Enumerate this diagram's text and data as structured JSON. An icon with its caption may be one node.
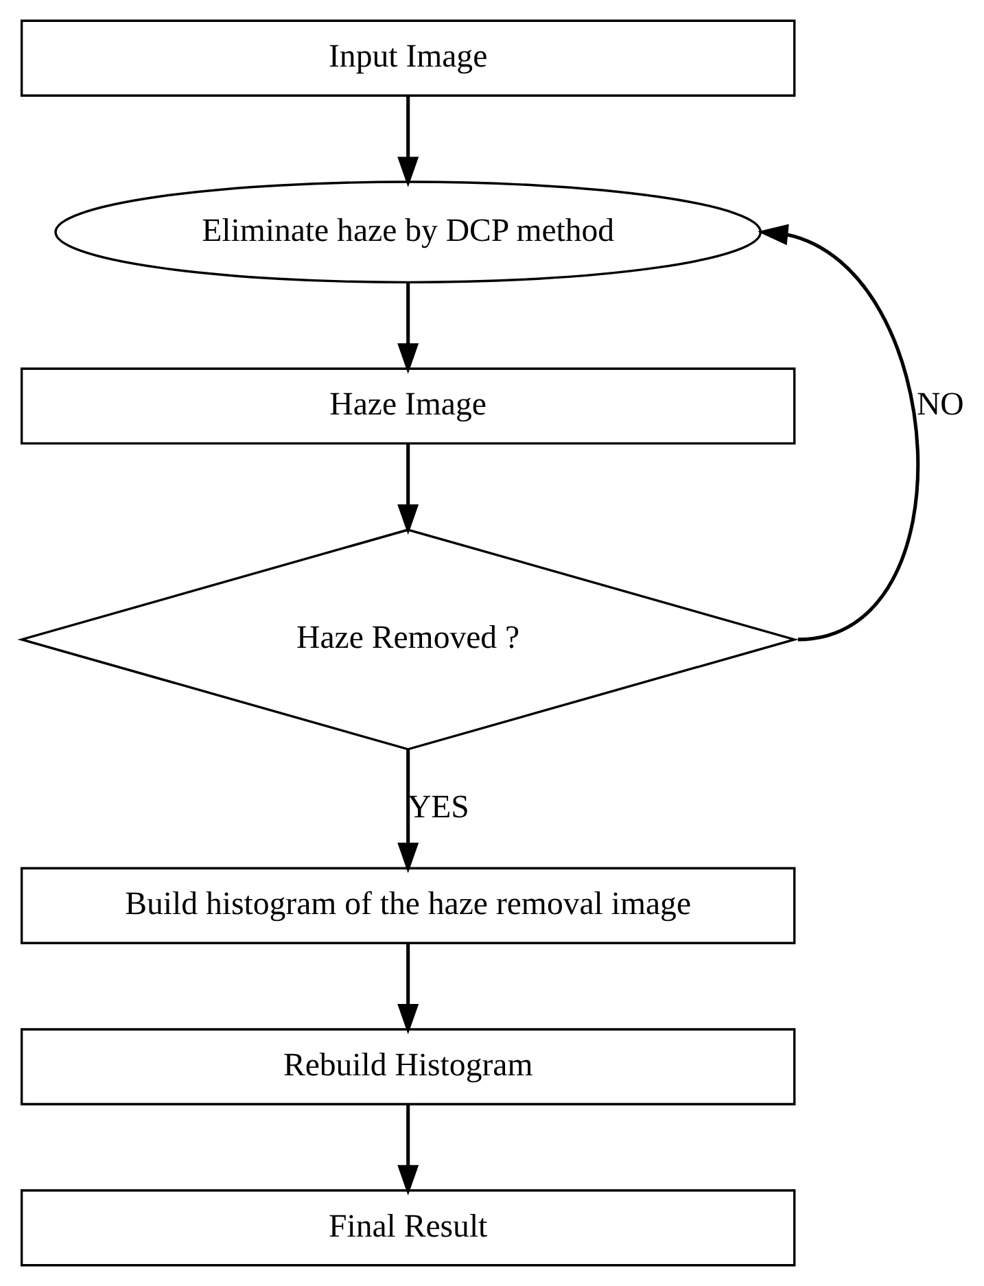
{
  "diagram": {
    "nodes": [
      {
        "text": [
          "Input Image"
        ]
      },
      {
        "text": [
          "Eliminate haze by DCP method"
        ]
      },
      {
        "text": [
          "Haze Image"
        ]
      },
      {
        "text": [
          "Haze Removed ?"
        ]
      },
      {
        "text": [
          "Build histogram of the haze removal image"
        ]
      },
      {
        "text": [
          "Rebuild Histogram"
        ]
      },
      {
        "text": [
          "Final Result"
        ]
      }
    ],
    "edges": [
      {
        "from": 0,
        "to": 1,
        "arrow": "to"
      },
      {
        "from": 1,
        "to": 2,
        "arrow": "to"
      },
      {
        "from": 2,
        "to": 3,
        "arrow": "to"
      },
      {
        "from": 3,
        "to": 1,
        "arrow": "to",
        "label": "NO"
      },
      {
        "from": 3,
        "to": 4,
        "arrow": "to",
        "label": "YES"
      },
      {
        "from": 4,
        "to": 5,
        "arrow": "to"
      },
      {
        "from": 5,
        "to": 6,
        "arrow": "to"
      }
    ]
  }
}
